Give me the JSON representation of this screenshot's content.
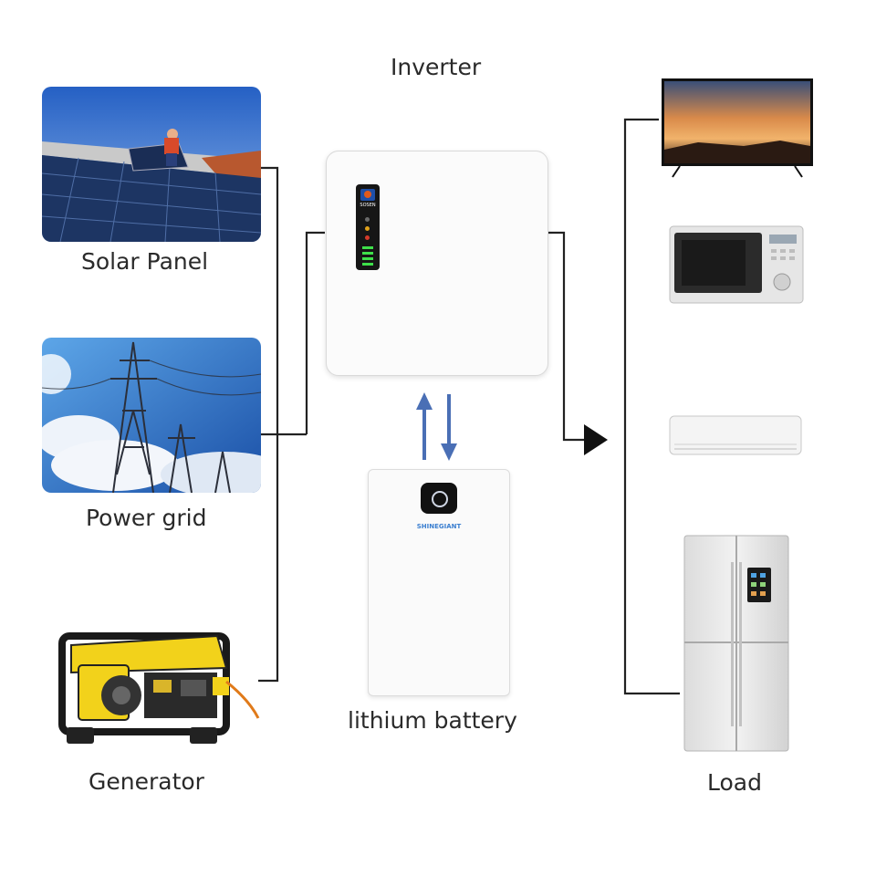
{
  "sources": {
    "solar_panel": "Solar Panel",
    "power_grid": "Power grid",
    "generator": "Generator"
  },
  "inverter": {
    "title": "Inverter",
    "brand": "SOSEN"
  },
  "battery": {
    "label": "lithium battery",
    "brand": "SHINEGIANT"
  },
  "load": {
    "label": "Load"
  },
  "colors": {
    "line": "#222222",
    "arrow_blue": "#4a6fb5",
    "sky": "#2f6fc7",
    "generator_yellow": "#f2d21b",
    "led_green": "#3ee04a"
  }
}
